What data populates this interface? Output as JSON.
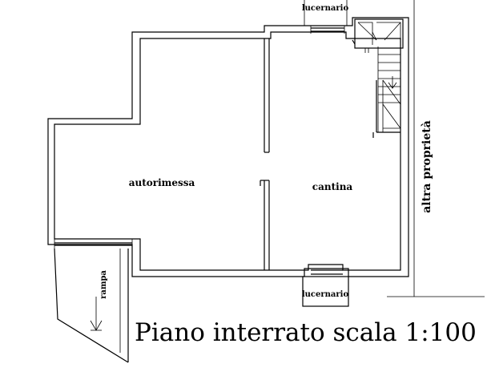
{
  "labels": {
    "skylight_top": "lucernario",
    "skylight_bottom": "lucernario",
    "garage": "autorimessa",
    "cellar": "cantina",
    "ramp": "rampa",
    "neighbor": "altra proprietà"
  },
  "title": "Piano interrato scala 1:100"
}
